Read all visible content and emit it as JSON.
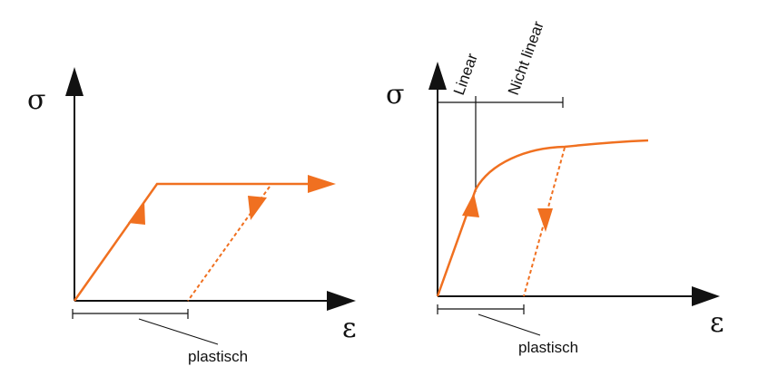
{
  "colors": {
    "curve": "#f07020",
    "axis": "#111111"
  },
  "left_diagram": {
    "stress_symbol": "σ",
    "strain_symbol": "ε",
    "plastic_label": "plastisch"
  },
  "right_diagram": {
    "stress_symbol": "σ",
    "strain_symbol": "ε",
    "plastic_label": "plastisch",
    "linear_label": "Linear",
    "nonlinear_label": "Nicht linear"
  }
}
